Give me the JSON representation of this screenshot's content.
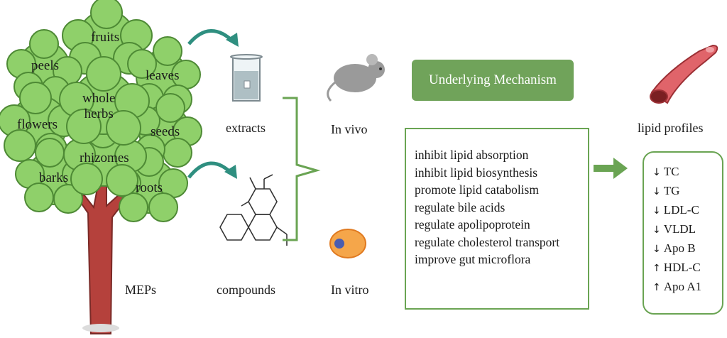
{
  "tree": {
    "parts": [
      "fruits",
      "peels",
      "leaves",
      "whole\nherbs",
      "flowers",
      "seeds",
      "rhizomes",
      "barks",
      "roots"
    ],
    "label": "MEPs"
  },
  "sources": {
    "extracts": "extracts",
    "compounds": "compounds"
  },
  "models": {
    "in_vivo": "In vivo",
    "in_vitro": "In vitro"
  },
  "mechanism": {
    "header": "Underlying Mechanism",
    "items": [
      "inhibit lipid absorption",
      "inhibit lipid biosynthesis",
      "promote lipid catabolism",
      "regulate bile acids",
      "regulate apolipoprotein",
      "regulate cholesterol transport",
      "improve gut microflora"
    ]
  },
  "profiles": {
    "title": "lipid profiles",
    "items": [
      {
        "dir": "↓",
        "name": "TC"
      },
      {
        "dir": "↓",
        "name": "TG"
      },
      {
        "dir": "↓",
        "name": "LDL-C"
      },
      {
        "dir": "↓",
        "name": "VLDL"
      },
      {
        "dir": "↓",
        "name": "Apo B"
      },
      {
        "dir": "↑",
        "name": "HDL-C"
      },
      {
        "dir": "↑",
        "name": "Apo A1"
      }
    ]
  },
  "colors": {
    "leaf": "#8fd06a",
    "leaf_stroke": "#4e8a35",
    "trunk": "#b5413c",
    "green_box": "#70a35a",
    "accent": "#6aa453"
  }
}
